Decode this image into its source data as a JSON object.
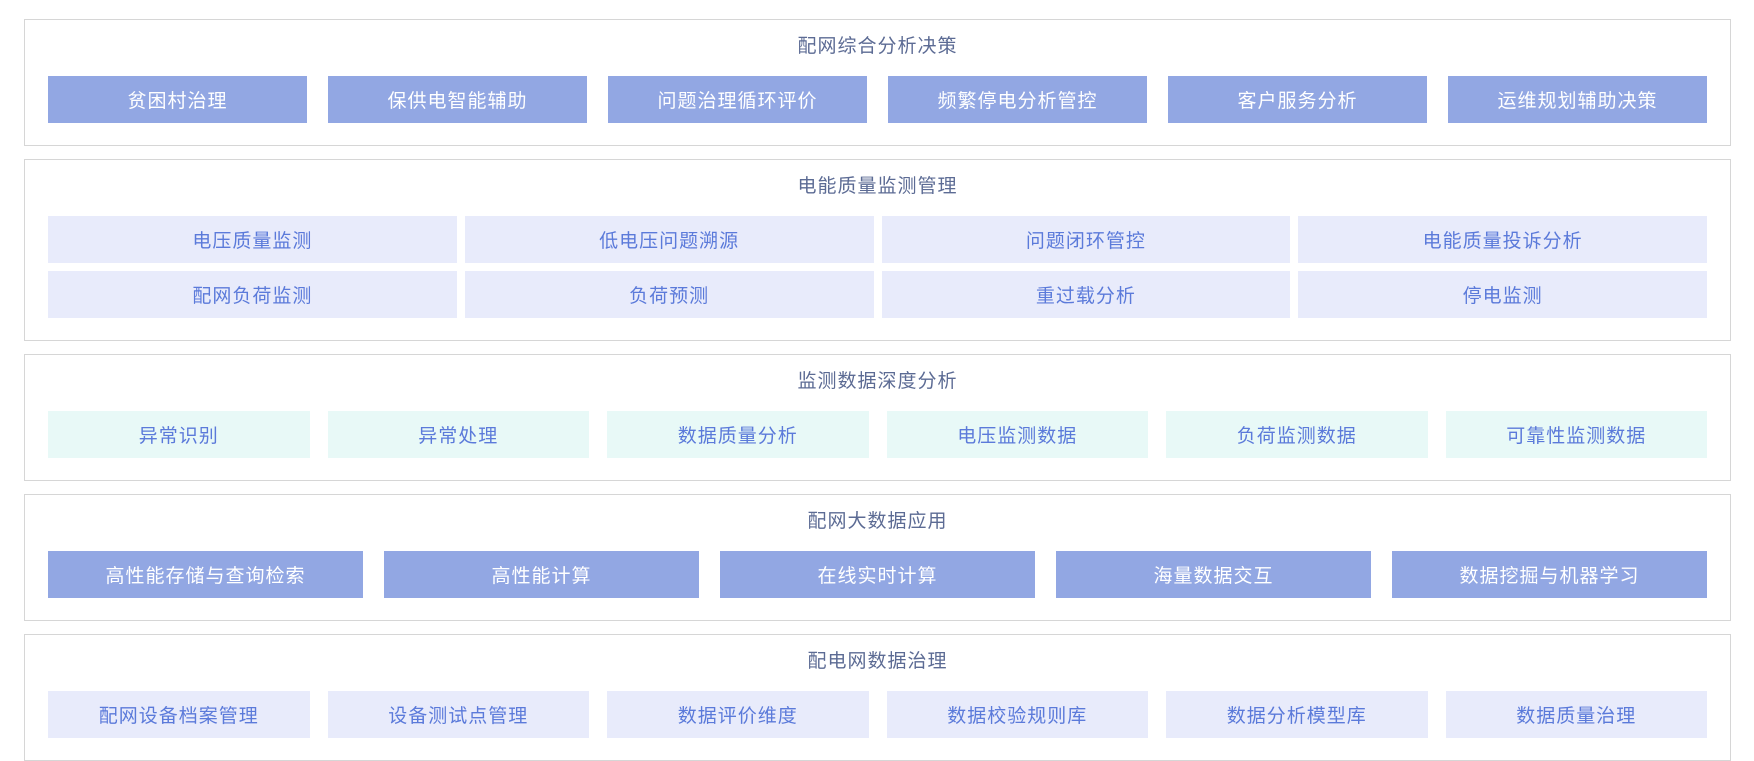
{
  "colors": {
    "dark_button_bg": "#92a7e3",
    "dark_button_text": "#ffffff",
    "lavender_button_bg": "#e8ebfb",
    "mint_button_bg": "#e8f9f7",
    "light_button_text": "#5b7ada",
    "section_border": "#d6d6d6",
    "section_title_text": "#5c6b94"
  },
  "sections": [
    {
      "title": "配网综合分析决策",
      "style": "dark",
      "rows": [
        [
          "贫困村治理",
          "保供电智能辅助",
          "问题治理循环评价",
          "频繁停电分析管控",
          "客户服务分析",
          "运维规划辅助决策"
        ]
      ]
    },
    {
      "title": "电能质量监测管理",
      "style": "lavender",
      "rows": [
        [
          "电压质量监测",
          "低电压问题溯源",
          "问题闭环管控",
          "电能质量投诉分析"
        ],
        [
          "配网负荷监测",
          "负荷预测",
          "重过载分析",
          "停电监测"
        ]
      ]
    },
    {
      "title": "监测数据深度分析",
      "style": "mint",
      "rows": [
        [
          "异常识别",
          "异常处理",
          "数据质量分析",
          "电压监测数据",
          "负荷监测数据",
          "可靠性监测数据"
        ]
      ]
    },
    {
      "title": "配网大数据应用",
      "style": "dark",
      "rows": [
        [
          "高性能存储与查询检索",
          "高性能计算",
          "在线实时计算",
          "海量数据交互",
          "数据挖掘与机器学习"
        ]
      ]
    },
    {
      "title": "配电网数据治理",
      "style": "lavender",
      "rows": [
        [
          "配网设备档案管理",
          "设备测试点管理",
          "数据评价维度",
          "数据校验规则库",
          "数据分析模型库",
          "数据质量治理"
        ]
      ]
    }
  ]
}
